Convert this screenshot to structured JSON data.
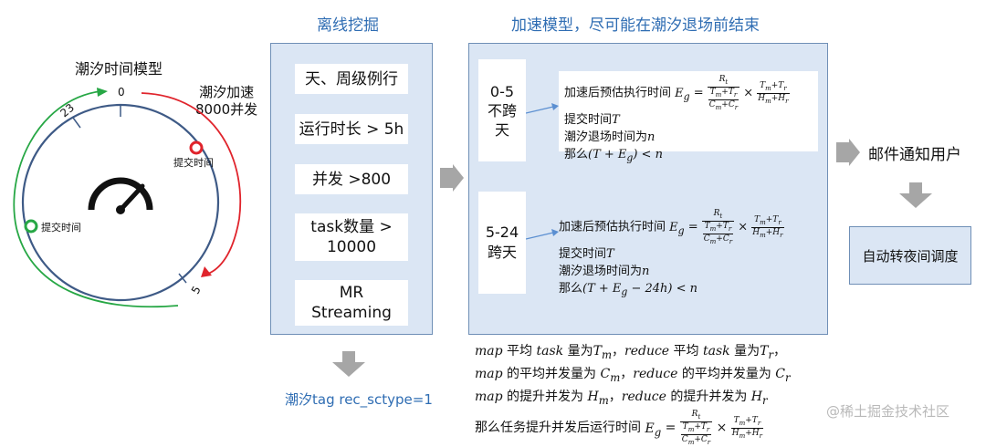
{
  "clock": {
    "title": "潮汐时间模型",
    "tide_accel_line1": "潮汐加速",
    "tide_accel_line2": "8000并发",
    "tick_0": "0",
    "tick_23": "23",
    "tick_5": "5",
    "submit_time_right": "提交时间",
    "submit_time_left": "提交时间"
  },
  "offline": {
    "title": "离线挖掘",
    "items": [
      "天、周级例行",
      "运行时长 > 5h",
      "并发 >800",
      "task数量 >\n10000",
      "MR\nStreaming"
    ],
    "result_label": "潮汐tag rec_sctype=1"
  },
  "accel": {
    "title": "加速模型，尽可能在潮汐退场前结束",
    "case1": {
      "range": "0-5",
      "label_line1": "不跨",
      "label_line2": "天"
    },
    "case2": {
      "range": "5-24",
      "label_line1": "跨天"
    },
    "f_prefix": "加速后预估执行时间",
    "f_submit": "提交时间",
    "f_tide_exit": "潮汐退场时间为",
    "f_then": "那么",
    "f1_condition": "(T + E",
    "f1_condition_tail": ") < n",
    "f2_condition_tail": " − 24h) < n"
  },
  "notes": {
    "line1_a": "平均",
    "line1_b": "量为",
    "line1_c": "平均",
    "line1_d": "量为",
    "line2_a": "的平均并发量为",
    "line2_b": "的平均并发量为",
    "line3_a": "的提升并发为",
    "line3_b": "的提升并发为",
    "line4_a": "那么任务提升并发后运行时间"
  },
  "notify": {
    "email": "邮件通知用户",
    "switch": "自动转夜间调度"
  },
  "watermark": "@稀土掘金技术社区",
  "colors": {
    "panel_bg": "#dbe6f4",
    "panel_border": "#6f8fb6",
    "title_blue": "#2f6db3",
    "clock_ring": "#3e5a86",
    "arc_red": "#e0242c",
    "arc_green": "#27a745",
    "gray_arrow": "#a6a6a6"
  }
}
